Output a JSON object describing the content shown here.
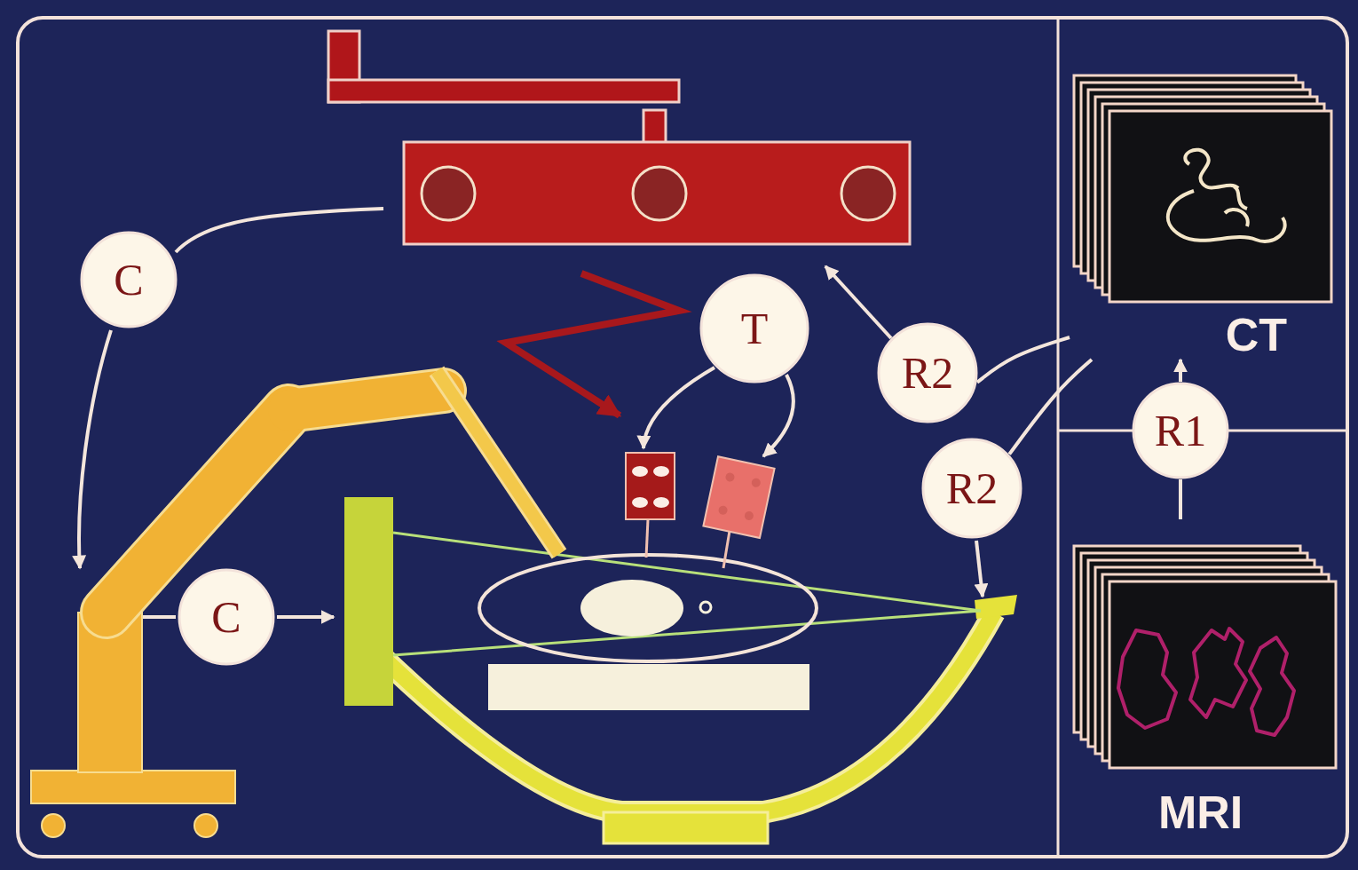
{
  "diagram": {
    "nodes": [
      {
        "text": [
          "C"
        ]
      },
      {
        "text": [
          "T"
        ]
      },
      {
        "text": [
          "CT"
        ]
      },
      {
        "text": [
          "R2"
        ]
      },
      {
        "text": [
          "R1"
        ]
      },
      {
        "text": [
          "R2"
        ]
      },
      {
        "text": [
          "C"
        ]
      },
      {
        "text": [
          "MRI"
        ]
      }
    ],
    "edges": [
      {
        "from": 4,
        "to": 2,
        "arrow": "to"
      },
      {
        "from": 7,
        "to": 4,
        "arrow": "none"
      },
      {
        "from": 2,
        "to": 3,
        "arrow": "none"
      },
      {
        "from": 2,
        "to": 5,
        "arrow": "none"
      }
    ]
  }
}
